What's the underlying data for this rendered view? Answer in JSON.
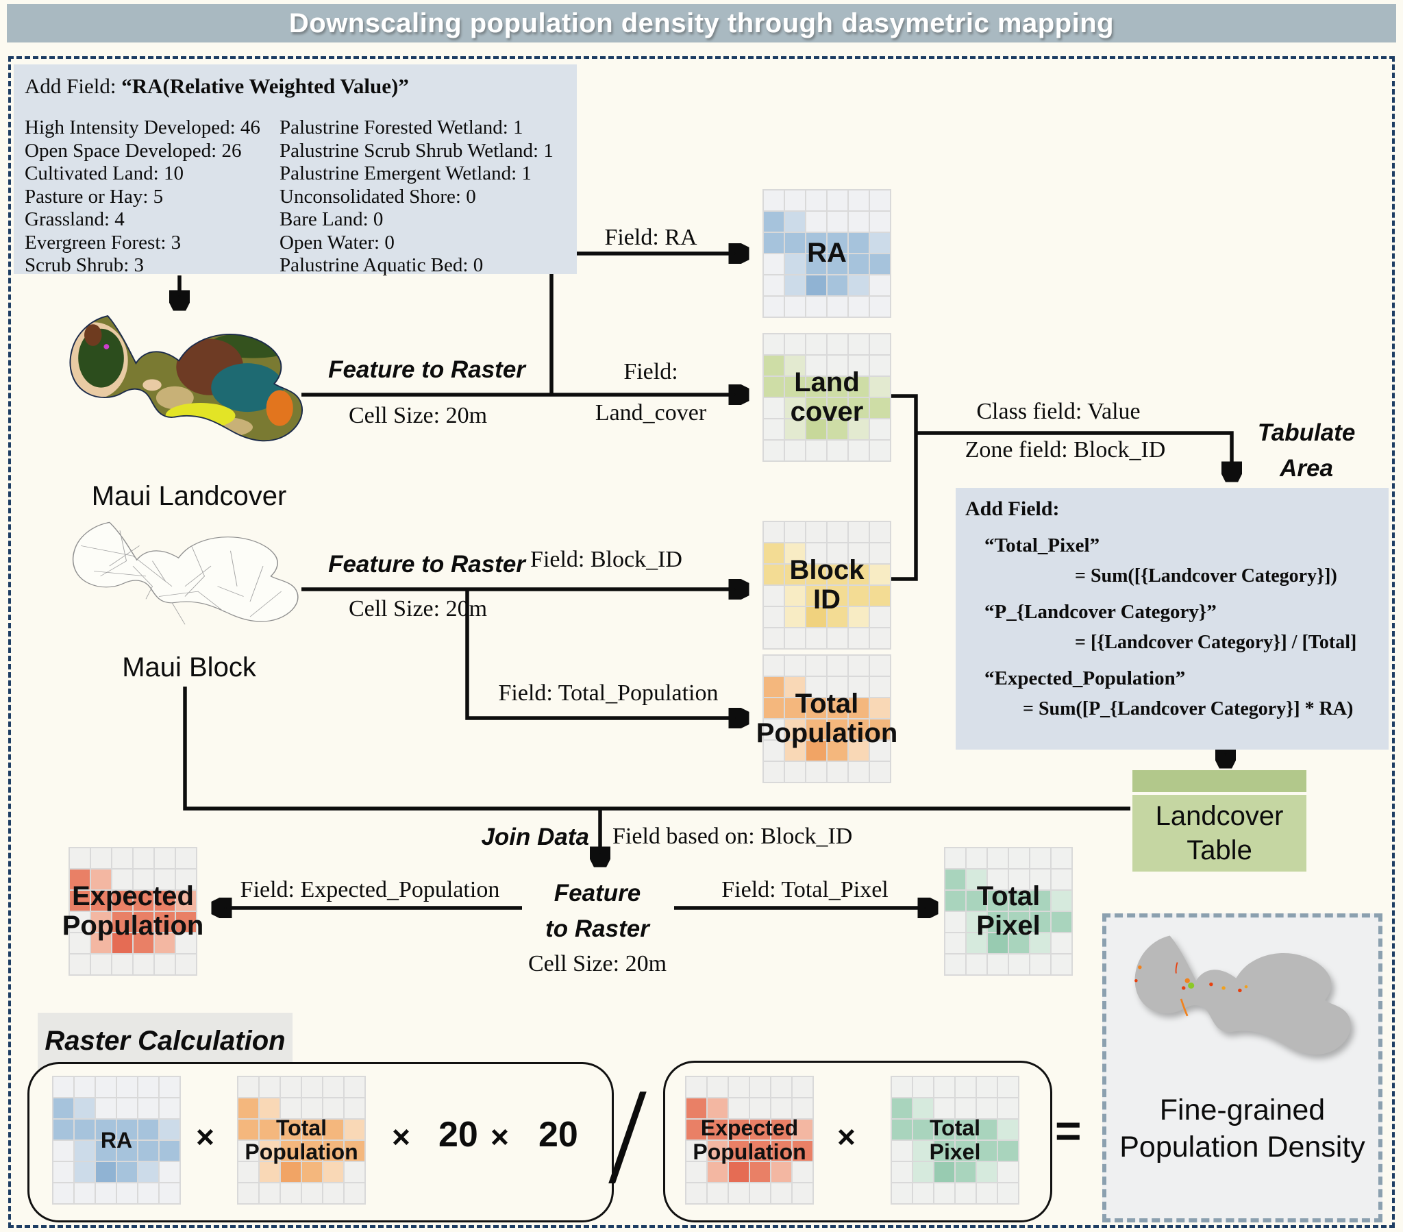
{
  "title": "Downscaling population density through dasymetric mapping",
  "colors": {
    "title_bar_bg": "#a9b9c1",
    "page_bg": "#fcfaf1",
    "panel_bg": "#dbe2ea",
    "formula_panel_bg": "#d9e0e9",
    "table_header_bg": "#b2c88b",
    "table_body_bg": "#c5d6a2",
    "calc_label_bg": "#e8e8e5",
    "output_box_bg": "#eff0f1",
    "output_border": "#8ba0af",
    "outer_border": "#1d3d63",
    "wire": "#0d0d0d"
  },
  "info_box": {
    "prefix": "Add Field:",
    "field_name": "“RA(Relative Weighted Value)”",
    "left_items": [
      "High Intensity Developed: 46",
      "Open Space Developed: 26",
      "Cultivated Land: 10",
      "Pasture or Hay: 5",
      "Grassland: 4",
      "Evergreen Forest: 3",
      "Scrub Shrub: 3"
    ],
    "right_items": [
      "Palustrine Forested Wetland: 1",
      "Palustrine Scrub Shrub Wetland: 1",
      "Palustrine Emergent Wetland: 1",
      "Unconsolidated Shore: 0",
      "Bare Land: 0",
      "Open Water: 0",
      "Palustrine Aquatic Bed: 0"
    ]
  },
  "maps": {
    "landcover_label": "Maui Landcover",
    "block_label": "Maui Block"
  },
  "edges": {
    "feature_to_raster": "Feature to Raster",
    "cell_size": "Cell Size: 20m",
    "field_ra": "Field: RA",
    "field_label": "Field:",
    "field_landcover_value": "Land_cover",
    "field_block_id": "Field: Block_ID",
    "field_total_population": "Field: Total_Population",
    "class_field": "Class field: Value",
    "zone_field": "Zone field: Block_ID",
    "tabulate_line1": "Tabulate",
    "tabulate_line2": "Area",
    "join_data": "Join Data",
    "field_based_on": "Field based on: Block_ID",
    "ftr_line1": "Feature",
    "ftr_line2": "to Raster",
    "field_expected_population": "Field: Expected_Population",
    "field_total_pixel": "Field: Total_Pixel"
  },
  "add_field_box": {
    "title": "Add Field:",
    "row1_name": "“Total_Pixel”",
    "row1_formula": "=  Sum([{Landcover Category}])",
    "row2_name": "“P_{Landcover Category}”",
    "row2_formula": "= [{Landcover Category}] / [Total]",
    "row3_name": "“Expected_Population”",
    "row3_formula": "= Sum([P_{Landcover Category}] * RA)"
  },
  "landcover_table": {
    "line1": "Landcover",
    "line2": "Table"
  },
  "raster_calculation": {
    "title": "Raster Calculation",
    "times": "×",
    "twenty_a": "20",
    "twenty_b": "20",
    "divide": "/",
    "equals": "="
  },
  "output_box": {
    "line1": "Fine-grained",
    "line2": "Population Density"
  },
  "grids": {
    "pattern": [
      [
        0,
        0,
        0,
        0,
        0,
        0
      ],
      [
        2,
        1,
        0,
        0,
        0,
        0
      ],
      [
        2,
        2,
        2,
        2,
        2,
        1
      ],
      [
        0,
        1,
        2,
        2,
        2,
        2
      ],
      [
        0,
        1,
        3,
        2,
        1,
        0
      ],
      [
        0,
        0,
        0,
        0,
        0,
        0
      ]
    ],
    "defs": {
      "ra": {
        "label": [
          "RA"
        ],
        "ramp": [
          "#f0f1f3",
          "#ccdbe9",
          "#a6c3dc",
          "#90b3d3"
        ]
      },
      "land_cover": {
        "label": [
          "Land",
          "cover"
        ],
        "ramp": [
          "#f0f1ef",
          "#e3ead0",
          "#cedda6",
          "#c7d89a"
        ]
      },
      "block_id": {
        "label": [
          "Block",
          "ID"
        ],
        "ramp": [
          "#f0f0ee",
          "#f8ecc4",
          "#f3dc94",
          "#f0d27e"
        ]
      },
      "total_population": {
        "label": [
          "Total",
          "Population"
        ],
        "ramp": [
          "#f0f0ee",
          "#f9d8b6",
          "#f4b77d",
          "#f1a465"
        ]
      },
      "expected_population": {
        "label": [
          "Expected",
          "Population"
        ],
        "ramp": [
          "#f0f0ee",
          "#f3b7a2",
          "#e98066",
          "#e56c54"
        ]
      },
      "total_pixel": {
        "label": [
          "Total",
          "Pixel"
        ],
        "ramp": [
          "#f0f1ef",
          "#d6eadd",
          "#a9d4bd",
          "#98cbb1"
        ]
      }
    }
  }
}
